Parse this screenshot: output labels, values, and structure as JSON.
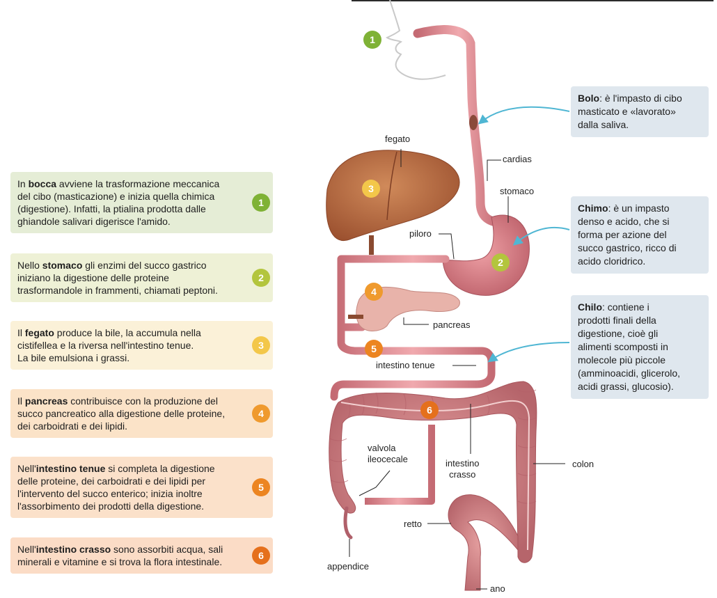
{
  "steps": [
    {
      "number": "1",
      "badge_color": "#7fb236",
      "bg_color": "#e5edd6",
      "lines": [
        [
          "In ",
          {
            "b": "bocca"
          },
          " avviene la trasformazione meccanica"
        ],
        [
          "del cibo (masticazione) e inizia quella chimica"
        ],
        [
          "(digestione). Infatti, la ptialina prodotta dalle"
        ],
        [
          "ghiandole salivari digerisce l'amido."
        ]
      ]
    },
    {
      "number": "2",
      "badge_color": "#b3c53d",
      "bg_color": "#eef1d6",
      "lines": [
        [
          "Nello ",
          {
            "b": "stomaco"
          },
          " gli enzimi del succo gastrico"
        ],
        [
          "iniziano la digestione delle proteine"
        ],
        [
          "trasformandole in frammenti, chiamati peptoni."
        ]
      ]
    },
    {
      "number": "3",
      "badge_color": "#f3c74a",
      "bg_color": "#fbf1d8",
      "lines": [
        [
          "Il ",
          {
            "b": "fegato"
          },
          " produce la bile, la accumula nella"
        ],
        [
          "cistifellea e la riversa nell'intestino tenue."
        ],
        [
          "La bile emulsiona i grassi."
        ]
      ]
    },
    {
      "number": "4",
      "badge_color": "#ef9a2e",
      "bg_color": "#fbe3c8",
      "lines": [
        [
          "Il ",
          {
            "b": "pancreas"
          },
          " contribuisce con la produzione del"
        ],
        [
          "succo pancreatico alla digestione delle proteine,"
        ],
        [
          "dei carboidrati e dei lipidi."
        ]
      ]
    },
    {
      "number": "5",
      "badge_color": "#ec8521",
      "bg_color": "#fbe1ca",
      "lines": [
        [
          "Nell'",
          {
            "b": "intestino tenue"
          },
          " si completa la digestione"
        ],
        [
          "delle proteine, dei carboidrati e dei lipidi per"
        ],
        [
          "l'intervento del succo enterico; inizia inoltre"
        ],
        [
          "l'assorbimento dei prodotti della digestione."
        ]
      ]
    },
    {
      "number": "6",
      "badge_color": "#e5701c",
      "bg_color": "#fbdcc6",
      "lines": [
        [
          "Nell'",
          {
            "b": "intestino crasso"
          },
          " sono assorbiti acqua, sali"
        ],
        [
          "minerali e vitamine e si trova la flora intestinale."
        ]
      ]
    }
  ],
  "info_boxes": [
    {
      "name": "bolo",
      "lines": [
        [
          {
            "b": "Bolo"
          },
          ": è l'impasto di cibo"
        ],
        [
          "masticato e «lavorato»"
        ],
        [
          "dalla saliva."
        ]
      ]
    },
    {
      "name": "chimo",
      "lines": [
        [
          {
            "b": "Chimo"
          },
          ": è un impasto"
        ],
        [
          "denso e acido, che si"
        ],
        [
          "forma per azione del"
        ],
        [
          "succo gastrico, ricco di"
        ],
        [
          "acido cloridrico."
        ]
      ]
    },
    {
      "name": "chilo",
      "lines": [
        [
          {
            "b": "Chilo"
          },
          ": contiene i"
        ],
        [
          "prodotti finali della"
        ],
        [
          "digestione, cioè gli"
        ],
        [
          "alimenti scomposti in"
        ],
        [
          "molecole più piccole"
        ],
        [
          "(amminoacidi, glicerolo,"
        ],
        [
          "acidi grassi, glucosio)."
        ]
      ]
    }
  ],
  "organ_labels": {
    "fegato": "fegato",
    "cardias": "cardias",
    "stomaco": "stomaco",
    "piloro": "piloro",
    "pancreas": "pancreas",
    "intestino_tenue": "intestino tenue",
    "valvola_ileocecale": [
      "valvola",
      "ileocecale"
    ],
    "intestino_crasso": [
      "intestino",
      "crasso"
    ],
    "colon": "colon",
    "retto": "retto",
    "appendice": "appendice",
    "ano": "ano"
  },
  "diagram_badges": [
    {
      "number": "1",
      "color": "#7fb236"
    },
    {
      "number": "2",
      "color": "#b3c53d"
    },
    {
      "number": "3",
      "color": "#f3c74a"
    },
    {
      "number": "4",
      "color": "#ef9a2e"
    },
    {
      "number": "5",
      "color": "#ec8521"
    },
    {
      "number": "6",
      "color": "#e5701c"
    }
  ],
  "colors": {
    "arrow": "#4fb6d3",
    "tube": "#e8939a",
    "tube_dark": "#c46a73",
    "liver": "#b86b44",
    "stomach": "#d97a82",
    "pancreas": "#e8b3aa",
    "colon": "#d98c8c"
  }
}
